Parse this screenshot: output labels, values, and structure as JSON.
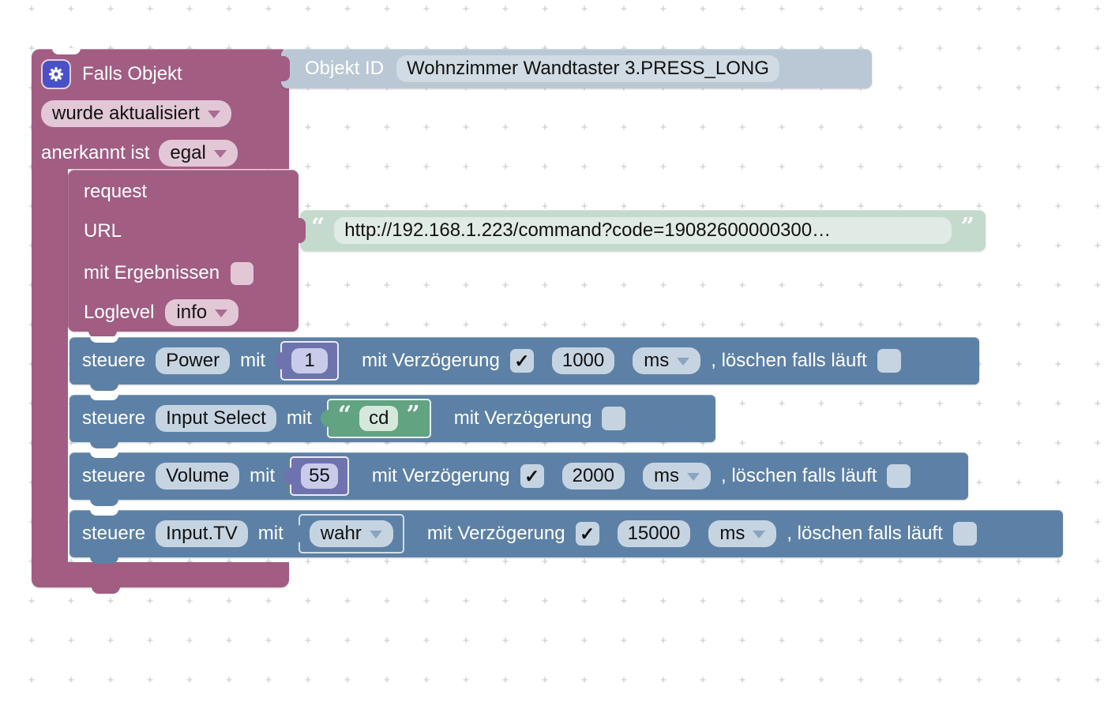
{
  "glyphs": {
    "check": "✓",
    "quote_open": "“",
    "quote_close": "”",
    "grid_plus": "+"
  },
  "colors": {
    "workspace_bg": "#ffffff",
    "grid_cross": "#c6c6c6",
    "trigger_block": "#a25d83",
    "trigger_field": "#e2c7d6",
    "trigger_arrow": "#ab6c92",
    "id_block": "#b9c8d4",
    "id_field": "#d0dbe3",
    "string_block": "#c4dacd",
    "string_field": "#e1ebe5",
    "string_selected": "#62a381",
    "string_selected_field": "#d5e8db",
    "action_block": "#5d81a6",
    "action_field": "#c6d4e2",
    "action_arrow": "#8aa5c0",
    "number_block": "#6f73ad",
    "number_field": "#c9cce9",
    "gear_bg": "#4a51c8",
    "text_light": "#ffffff",
    "text_dark": "#111111"
  },
  "trigger": {
    "title": "Falls Objekt",
    "event_dropdown": "wurde aktualisiert",
    "ack_label": "anerkannt ist",
    "ack_dropdown": "egal",
    "objekt_id_label": "Objekt ID",
    "objekt_id_value": "Wohnzimmer Wandtaster 3.PRESS_LONG"
  },
  "request": {
    "title": "request",
    "url_label": "URL",
    "url_value": "http://192.168.1.223/command?code=19082600000300…",
    "with_results_label": "mit Ergebnissen",
    "with_results_checked": false,
    "loglevel_label": "Loglevel",
    "loglevel_value": "info"
  },
  "ui": {
    "verb": "steuere",
    "mit_label": "mit",
    "delay_label": "mit Verzögerung",
    "clear_label": ", löschen falls läuft"
  },
  "controls": [
    {
      "target": "Power",
      "value_type": "number",
      "value": "1",
      "delay_checked": true,
      "delay_ms": "1000",
      "unit": "ms",
      "clear_checked": false
    },
    {
      "target": "Input Select",
      "value_type": "string",
      "value": "cd",
      "delay_checked": false
    },
    {
      "target": "Volume",
      "value_type": "number",
      "value": "55",
      "delay_checked": true,
      "delay_ms": "2000",
      "unit": "ms",
      "clear_checked": false
    },
    {
      "target": "Input.TV",
      "value_type": "boolean",
      "value": "wahr",
      "delay_checked": true,
      "delay_ms": "15000",
      "unit": "ms",
      "clear_checked": false
    }
  ]
}
